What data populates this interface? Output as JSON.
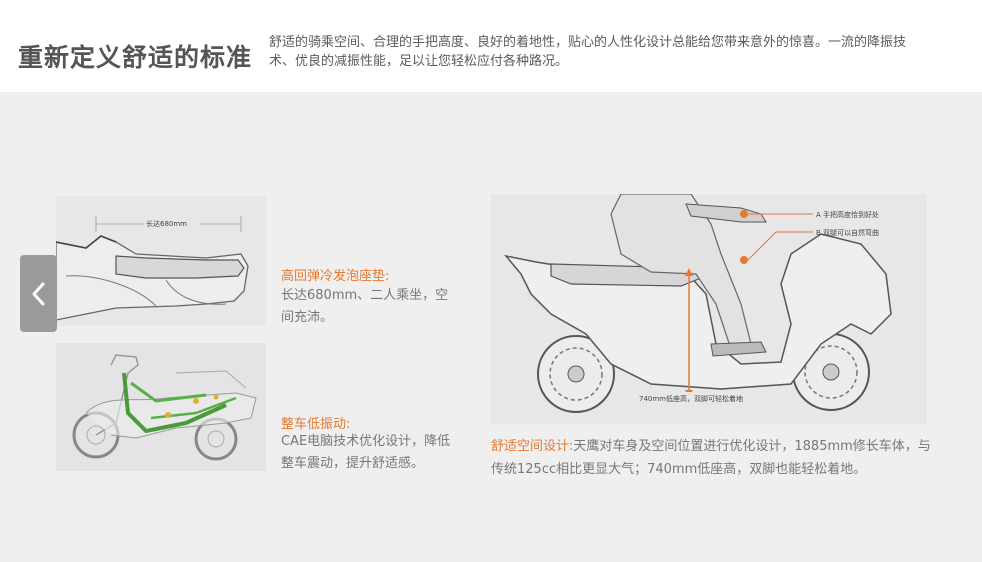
{
  "header": {
    "title": "重新定义舒适的标准",
    "intro": "舒适的骑乘空间、合理的手把高度、良好的着地性，贴心的人性化设计总能给您带来意外的惊喜。一流的降振技术、优良的减振性能，足以让您轻松应付各种路况。"
  },
  "features": {
    "seat": {
      "title": "高回弹冷发泡座垫:",
      "text": "长达680mm、二人乘坐，空间充沛。",
      "image_label": "长达680mm"
    },
    "vibration": {
      "title": "整车低振动:",
      "text": "CAE电脑技术优化设计，降低整车震动，提升舒适感。"
    },
    "space": {
      "title": "舒适空间设计:",
      "text": "天鹰对车身及空间位置进行优化设计，1885mm修长车体，与传统125cc相比更显大气；740mm低座高，双脚也能轻松着地。",
      "image_labels": {
        "a": "A 手把高度恰到好处",
        "b": "B 双腿可以自然弯曲",
        "height": "740mm低座高，双脚可轻松着地"
      }
    }
  },
  "carousel": {
    "prev_icon": "chevron-left-icon"
  },
  "colors": {
    "accent": "#e8782e",
    "panel_bg": "#efefef",
    "button_bg": "#9a9a9a"
  }
}
